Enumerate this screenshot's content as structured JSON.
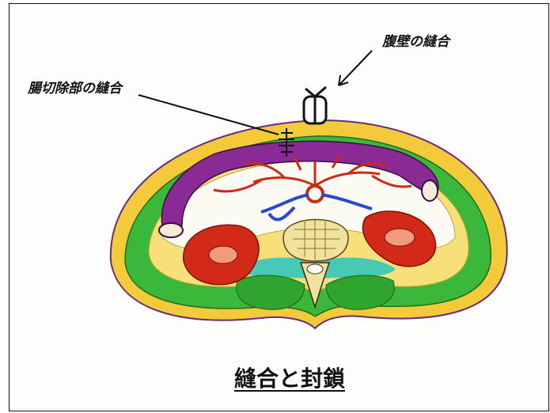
{
  "labels": {
    "abdominal_wall_suture": "腹壁の縫合",
    "bowel_resection_suture": "腸切除部の縫合"
  },
  "caption": "縫合と封鎖",
  "colors": {
    "fat": "#f3cb3a",
    "muscle_wall": "#3bb83b",
    "kidney": "#d22a16",
    "bowel": "#8a2a95",
    "vessel": "#c82c14",
    "blue_vessel": "#2a4bd0",
    "cyan_band": "#28c6c0",
    "spine": "#efe1a0"
  }
}
